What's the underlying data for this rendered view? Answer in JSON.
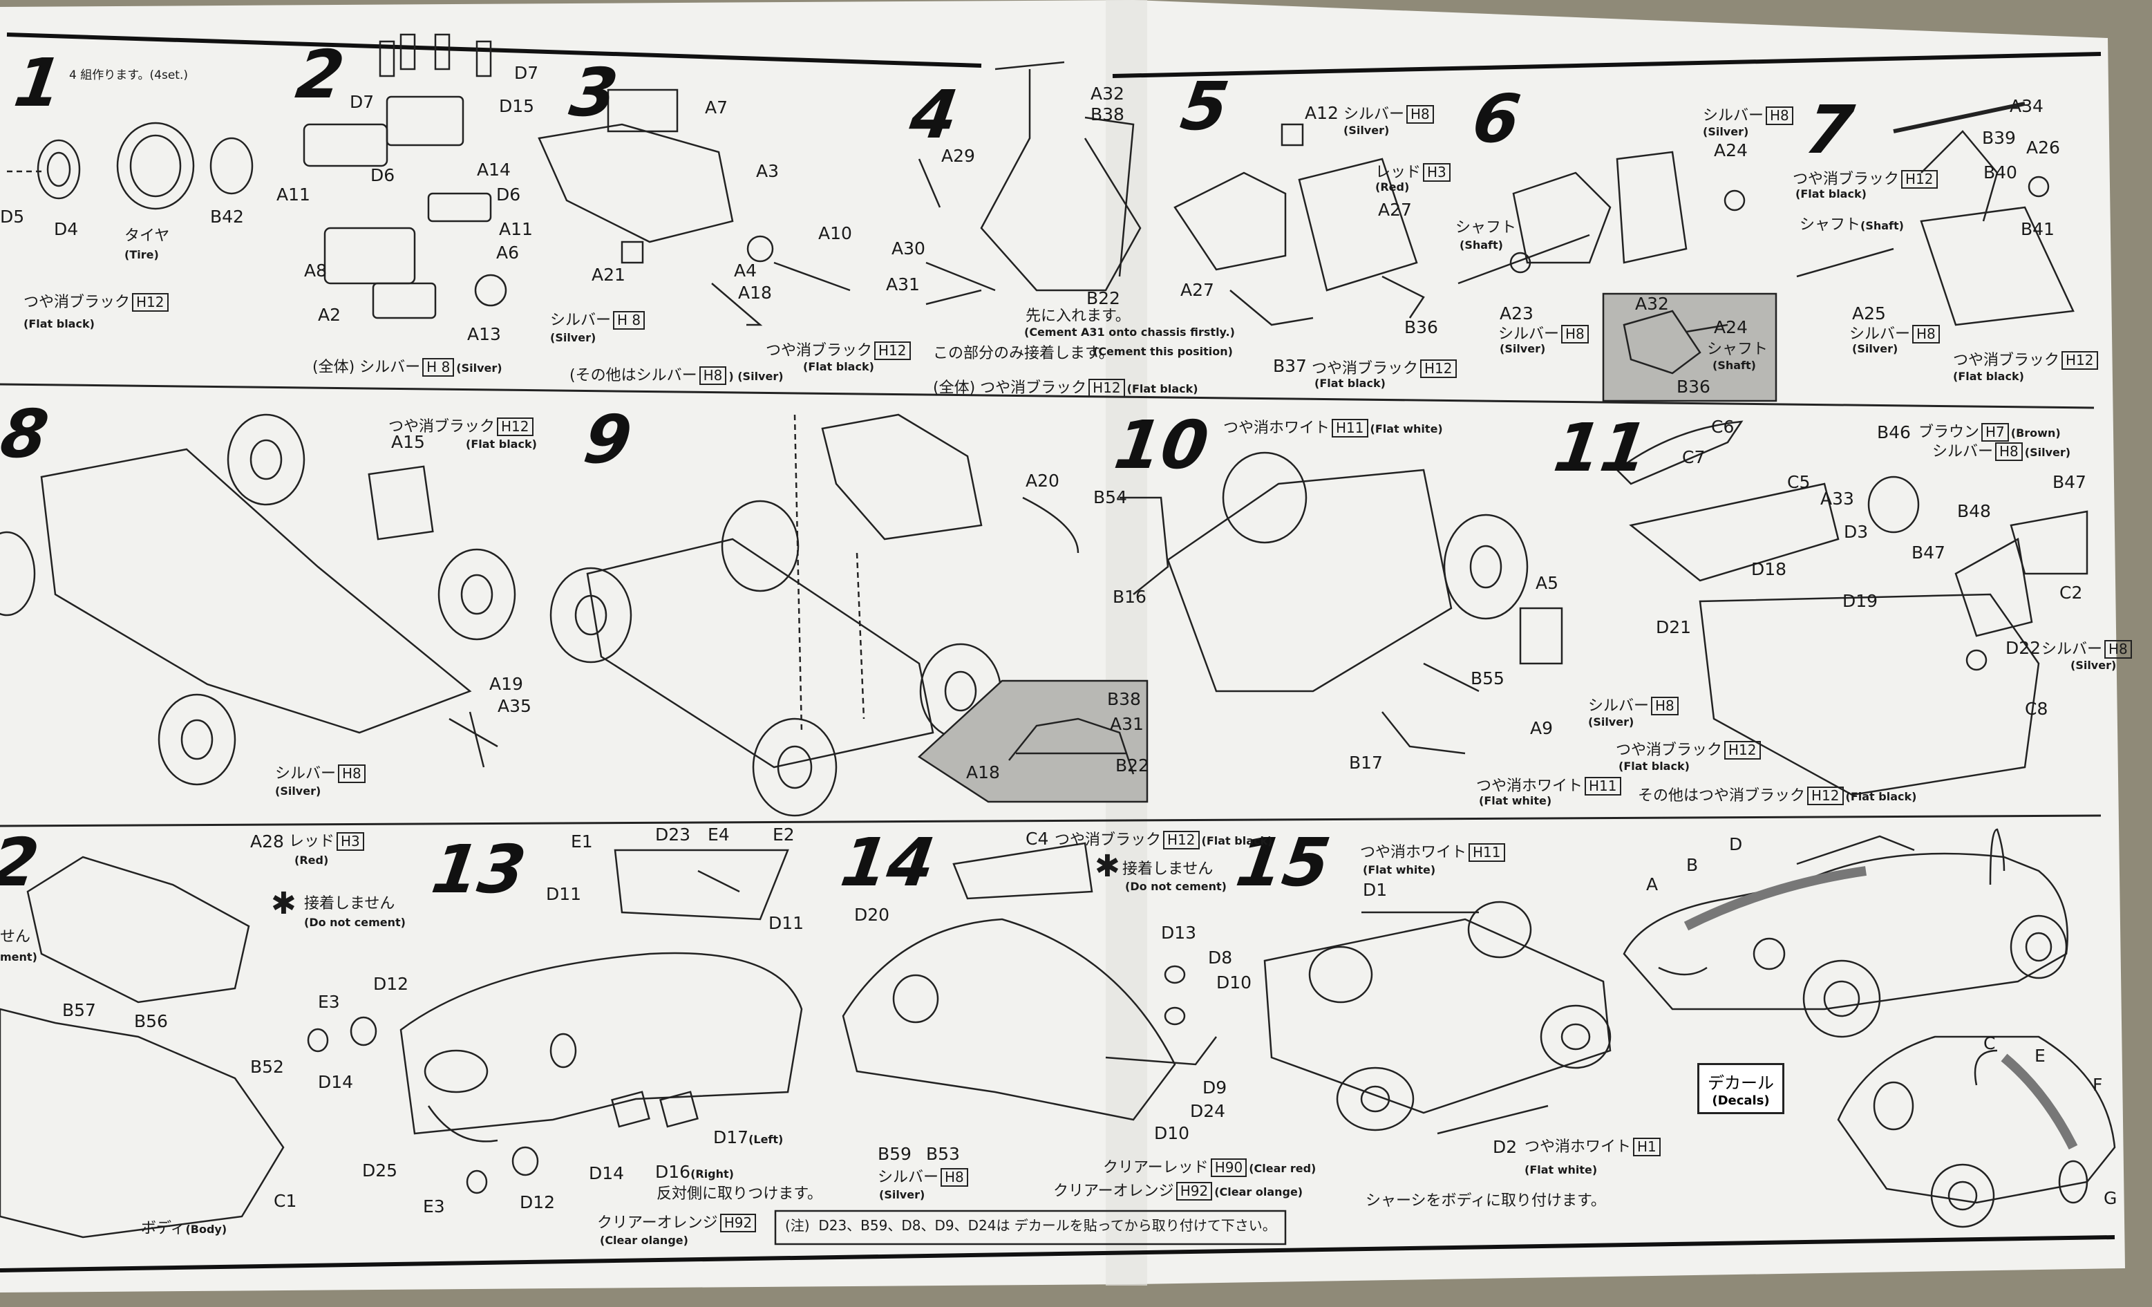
{
  "steps": [
    {
      "num": "1",
      "note": "4 組作ります。(4set.)",
      "labels": [
        "D5",
        "D4",
        "B42"
      ],
      "tire": {
        "jp": "タイヤ",
        "en": "(Tire)"
      },
      "paint": {
        "jp": "つや消ブラック",
        "code": "H12",
        "en": "(Flat black)"
      }
    },
    {
      "num": "2",
      "labels": [
        "D7",
        "D7",
        "D15",
        "D6",
        "A14",
        "D6",
        "A11",
        "A11",
        "A6",
        "A8",
        "A2",
        "A13"
      ],
      "paint": {
        "prefix": "(全体) シルバー",
        "code": "H 8",
        "en": "(Silver)"
      }
    },
    {
      "num": "3",
      "labels": [
        "A7",
        "A3",
        "A10",
        "A4",
        "A18",
        "A21"
      ],
      "paint1": {
        "jp": "シルバー",
        "code": "H 8",
        "en": "(Silver)"
      },
      "paint2": {
        "jp": "つや消ブラック",
        "code": "H12",
        "en": "(Flat black)"
      },
      "paint3": {
        "prefix": "(その他はシルバー",
        "code": "H8",
        "suffix": ") (Silver)"
      }
    },
    {
      "num": "4",
      "labels": [
        "A32",
        "B38",
        "A29",
        "A30",
        "A31",
        "B22"
      ],
      "note1": {
        "jp": "先に入れます。",
        "en": "(Cement A31 onto chassis firstly.)"
      },
      "note2": {
        "jp": "この部分のみ接着します。",
        "en": "(Cement this position)"
      },
      "paint": {
        "prefix": "(全体) つや消ブラック",
        "code": "H12",
        "en": "(Flat black)"
      }
    },
    {
      "num": "5",
      "labels": [
        "A12",
        "A27",
        "A27",
        "B36",
        "B37"
      ],
      "paint1": {
        "jp": "シルバー",
        "code": "H8",
        "en": "(Silver)"
      },
      "paint2": {
        "jp": "レッド",
        "code": "H3",
        "en": "(Red)"
      },
      "paint3": {
        "jp": "つや消ブラック",
        "code": "H12",
        "en": "(Flat black)"
      }
    },
    {
      "num": "6",
      "labels": [
        "A24",
        "A23",
        "A32",
        "A24",
        "B36"
      ],
      "paint1": {
        "jp": "シルバー",
        "code": "H8",
        "en": "(Silver)"
      },
      "shaft": {
        "jp": "シャフト",
        "en": "(Shaft)"
      },
      "paint2": {
        "jp": "シルバー",
        "code": "H8",
        "en": "(Silver)"
      },
      "inset_shaft": {
        "jp": "シャフト",
        "en": "(Shaft)"
      }
    },
    {
      "num": "7",
      "labels": [
        "A34",
        "B39",
        "A26",
        "B40",
        "B41",
        "A25"
      ],
      "paint1": {
        "jp": "つや消ブラック",
        "code": "H12",
        "en": "(Flat black)"
      },
      "shaft": {
        "jp": "シャフト",
        "en": "(Shaft)"
      },
      "paint2": {
        "jp": "シルバー",
        "code": "H8",
        "en": "(Silver)"
      },
      "paint3": {
        "jp": "つや消ブラック",
        "code": "H12",
        "en": "(Flat black)"
      }
    },
    {
      "num": "8",
      "labels": [
        "A15",
        "A19",
        "A35"
      ],
      "paint1": {
        "jp": "つや消ブラック",
        "code": "H12",
        "en": "(Flat black)"
      },
      "paint2": {
        "jp": "シルバー",
        "code": "H8",
        "en": "(Silver)"
      }
    },
    {
      "num": "9",
      "labels": [
        "A20",
        "B38",
        "A31",
        "A18",
        "B22"
      ]
    },
    {
      "num": "10",
      "labels": [
        "B54",
        "B16",
        "A5",
        "A9",
        "B55",
        "B17"
      ],
      "paint1": {
        "jp": "つや消ホワイト",
        "code": "H11",
        "en": "(Flat white)"
      },
      "paint2": {
        "jp": "シルバー",
        "code": "H8",
        "en": "(Silver)"
      },
      "paint3": {
        "jp": "つや消ホワイト",
        "code": "H11",
        "en": "(Flat white)"
      }
    },
    {
      "num": "11",
      "labels": [
        "C6",
        "C7",
        "C5",
        "A33",
        "D3",
        "B46",
        "B47",
        "B48",
        "B47",
        "D18",
        "D19",
        "C2",
        "D21",
        "D22",
        "C8"
      ],
      "paint1": {
        "jp": "ブラウン",
        "code": "H7",
        "en": "(Brown)"
      },
      "paint2": {
        "jp": "シルバー",
        "code": "H8",
        "en": "(Silver)"
      },
      "paint3": {
        "jp": "シルバー",
        "code": "H8",
        "en": "(Silver)"
      },
      "paint4": {
        "jp": "つや消ブラック",
        "code": "H12",
        "en": "(Flat black)"
      },
      "paint5": {
        "prefix": "その他はつや消ブラック",
        "code": "H12",
        "en": "(Flat black)"
      }
    },
    {
      "num": "2",
      "labels": [
        "A28",
        "E3",
        "D12",
        "B57",
        "B56",
        "B52",
        "D14",
        "C1"
      ],
      "paint1": {
        "jp": "レッド",
        "code": "H3",
        "en": "(Red)"
      },
      "nocement": {
        "jp": "接着しません",
        "en": "(Do not cement)"
      },
      "edge1": "せん",
      "edge2": "ment)",
      "body": {
        "jp": "ボディ",
        "en": "(Body)"
      }
    },
    {
      "num": "13",
      "labels": [
        "E1",
        "D23",
        "E4",
        "E2",
        "D11",
        "D11",
        "D25",
        "E3",
        "D12",
        "D14",
        "D17",
        "D16"
      ],
      "d17_en": "(Left)",
      "d16_en": "(Right)",
      "note": "反対側に取りつけます。",
      "paint1": {
        "jp": "クリアーオレンジ",
        "code": "H92",
        "en": "(Clear olange)"
      }
    },
    {
      "num": "14",
      "labels": [
        "C4",
        "D20",
        "D13",
        "D8",
        "D10",
        "D9",
        "D24",
        "D10",
        "B59",
        "B53"
      ],
      "paint1": {
        "jp": "つや消ブラック",
        "code": "H12",
        "en": "(Flat black)"
      },
      "nocement": {
        "jp": "接着しません",
        "en": "(Do not cement)"
      },
      "paint2": {
        "jp": "シルバー",
        "code": "H8",
        "en": "(Silver)"
      },
      "paint3": {
        "jp": "クリアーレッド",
        "code": "H90",
        "en": "(Clear red)"
      },
      "paint4": {
        "jp": "クリアーオレンジ",
        "code": "H92",
        "en": "(Clear olange)"
      }
    },
    {
      "num": "15",
      "labels": [
        "D1",
        "D2"
      ],
      "paint1": {
        "jp": "つや消ホワイト",
        "code": "H11",
        "en": "(Flat white)"
      },
      "paint2": {
        "jp": "つや消ホワイト",
        "code": "H1",
        "en": "(Flat white)"
      },
      "note": "シャーシをボディに取り付けます。"
    }
  ],
  "decal_markers": [
    "A",
    "B",
    "D",
    "C",
    "E",
    "F",
    "G"
  ],
  "decals": {
    "jp": "デカール",
    "en": "(Decals)"
  },
  "footnote": {
    "prefix": "(注)",
    "text": "D23、B59、D8、D9、D24は デカールを貼ってから取り付けて下さい。"
  }
}
